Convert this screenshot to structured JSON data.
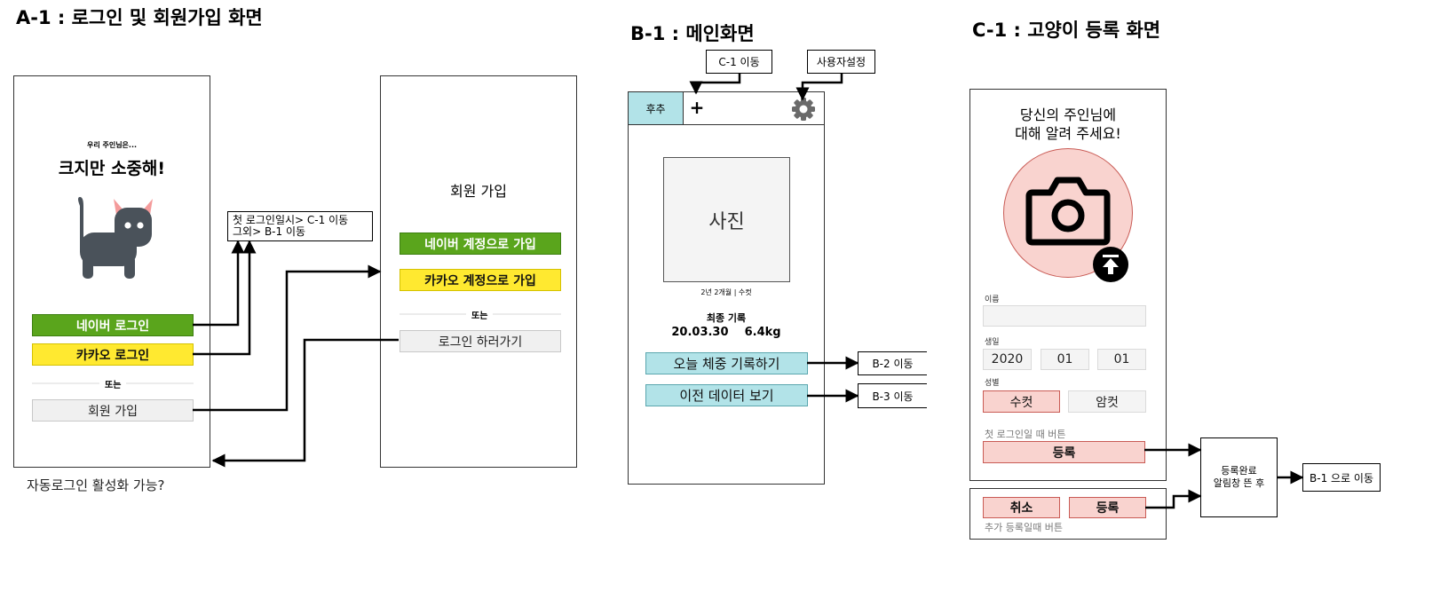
{
  "sections": {
    "a1_title": "A-1 : 로그인 및 회원가입 화면",
    "b1_title": "B-1 : 메인화면",
    "c1_title": "C-1 : 고양이 등록 화면"
  },
  "a1_login": {
    "tagline_small": "우리 주인님은...",
    "tagline_big": "크지만 소중해!",
    "naver_login": "네이버 로그인",
    "kakao_login": "카카오 로그인",
    "or": "또는",
    "signup": "회원 가입"
  },
  "a1_note": {
    "line1": "첫 로그인일시> C-1 이동",
    "line2": "그외> B-1 이동"
  },
  "a1_autologin": "자동로그인 활성화 가능?",
  "a1_signup_screen": {
    "title": "회원 가입",
    "naver_signup": "네이버 계정으로 가입",
    "kakao_signup": "카카오 계정으로 가입",
    "or": "또는",
    "go_login": "로그인 하러가기"
  },
  "b1": {
    "note_c1": "C-1 이동",
    "note_settings": "사용자설정",
    "tab_name": "후추",
    "plus": "+",
    "photo": "사진",
    "info": "2년 2개월 | 수컷",
    "last_record_label": "최종 기록",
    "last_record_value": "20.03.30    6.4kg",
    "record_today": "오늘 체중 기록하기",
    "view_prev": "이전 데이터 보기",
    "note_b2": "B-2 이동",
    "note_b3": "B-3 이동"
  },
  "c1": {
    "heading_line1": "당신의 주인님에",
    "heading_line2": "대해 알려 주세요!",
    "name_label": "이름",
    "birth_label": "생일",
    "birth_year": "2020",
    "birth_month": "01",
    "birth_day": "01",
    "gender_label": "성별",
    "male": "수컷",
    "female": "암컷",
    "first_login_note": "첫 로그인일 때 버튼",
    "register": "등록",
    "cancel": "취소",
    "register2": "등록",
    "additional_note": "추가 등록일때 버튼",
    "complete_note_line1": "등록완료",
    "complete_note_line2": "알림창 뜬 후",
    "goto_b1": "B-1 으로 이동"
  },
  "colors": {
    "naver_green": "#5aa51c",
    "kakao_yellow": "#ffe930",
    "main_cyan": "#b2e3e8",
    "accent_pink": "#f9d3cf",
    "cat_body": "#4a525a",
    "cat_ear": "#f49b9b"
  },
  "icons": [
    "cat-icon",
    "gear-icon",
    "camera-icon",
    "upload-icon"
  ]
}
